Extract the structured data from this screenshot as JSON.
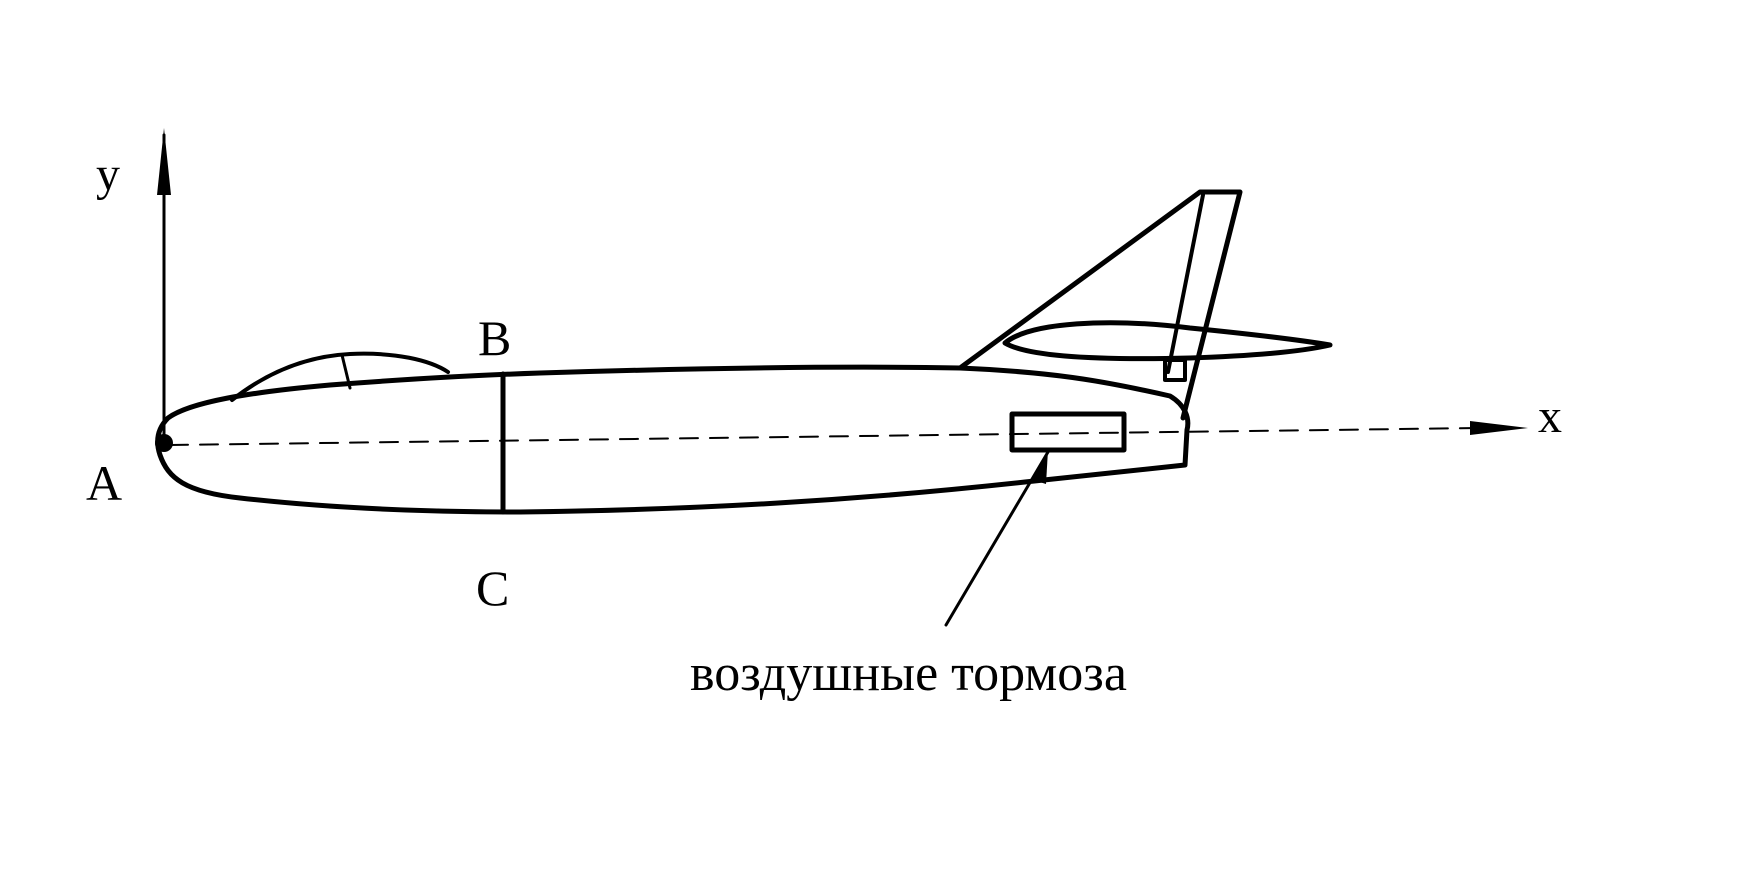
{
  "labels": {
    "y_axis": "y",
    "x_axis": "x",
    "point_a": "A",
    "point_b": "B",
    "point_c": "C",
    "caption": "воздушные тормоза"
  },
  "colors": {
    "ink": "#000000",
    "background": "#ffffff"
  }
}
